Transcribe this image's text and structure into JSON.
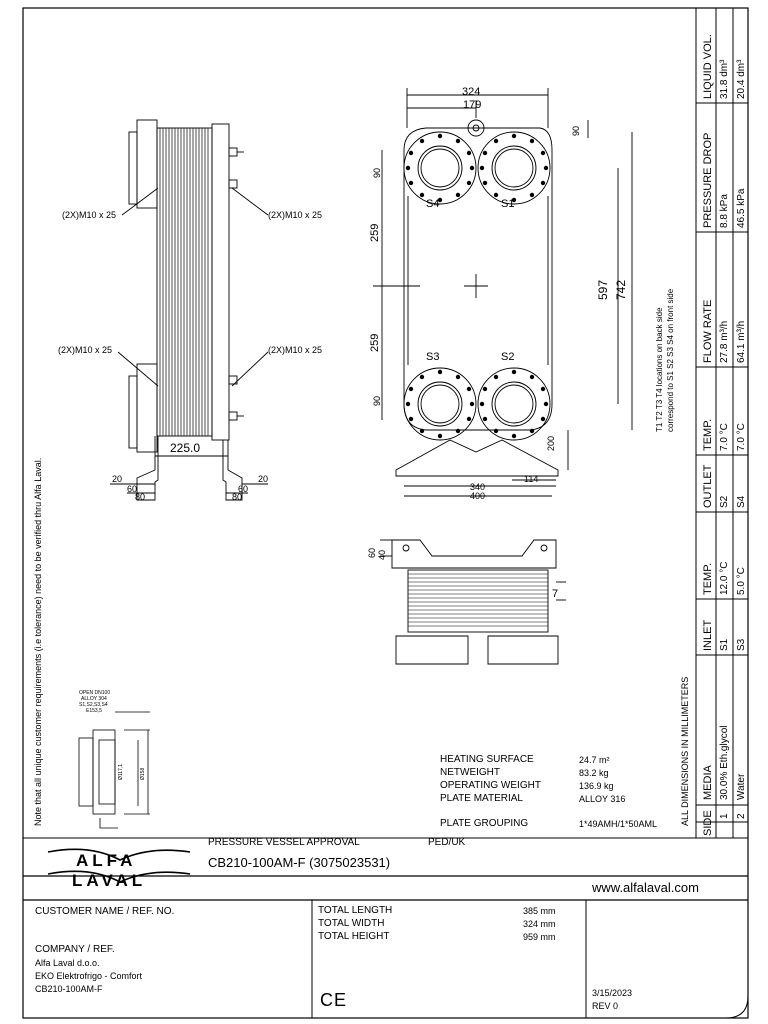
{
  "drawing": {
    "dims": {
      "d324": "324",
      "d179": "179",
      "d90a": "90",
      "d90b": "90",
      "d90c": "90",
      "d90d": "90",
      "d259a": "259",
      "d259b": "259",
      "d597": "597",
      "d742": "742",
      "d200": "200",
      "d340": "340",
      "d400": "400",
      "d114": "114",
      "d225": "225.0",
      "d20a": "20",
      "d60a": "60",
      "d80a": "80",
      "d20b": "20",
      "d60b": "60",
      "d80b": "80",
      "d60c": "60",
      "d40c": "40",
      "d7": "7"
    },
    "bolts": {
      "b1": "(2X)M10 x 25",
      "b2": "(2X)M10 x 25",
      "b3": "(2X)M10 x 25",
      "b4": "(2X)M10 x 25"
    },
    "ports": {
      "s1": "S1",
      "s2": "S2",
      "s3": "S3",
      "s4": "S4"
    },
    "port_note_line1": "T1 T2 T3 T4 locations on back side",
    "port_note_line2": "correspond to S1 S2 S3 S4 on front side",
    "side_note": "Note that all unique customer requirements (i.e tolerance) need to be verified thru Alfa Laval.",
    "flange_notes": {
      "l1": "OPEN DN100",
      "l2": "ALLOY 304",
      "l3": "S1,S2,S3,S4",
      "l4": "E153,5",
      "d1": "Ø117,1",
      "d2": "Ø158"
    },
    "all_dims": "ALL DIMENSIONS IN MILLIMETERS"
  },
  "specs": {
    "heating_surface_label": "HEATING SURFACE",
    "heating_surface_value": "24.7 m²",
    "netweight_label": "NETWEIGHT",
    "netweight_value": "83.2 kg",
    "operating_weight_label": "OPERATING WEIGHT",
    "operating_weight_value": "136.9 kg",
    "plate_material_label": "PLATE MATERIAL",
    "plate_material_value": "ALLOY 316",
    "plate_grouping_label": "PLATE GROUPING",
    "plate_grouping_value": "1*49AMH/1*50AML"
  },
  "side_table": {
    "headers": {
      "side": "SIDE",
      "media": "MEDIA",
      "inlet": "INLET",
      "inlet_temp": "TEMP.",
      "outlet": "OUTLET",
      "outlet_temp": "TEMP.",
      "flow": "FLOW RATE",
      "pressure": "PRESSURE DROP",
      "liquid": "LIQUID VOL."
    },
    "rows": [
      {
        "side": "1",
        "media": "30.0% Eth.glycol",
        "inlet": "S1",
        "inlet_temp": "12.0 °C",
        "outlet": "S2",
        "outlet_temp": "7.0 °C",
        "flow": "27.8 m³/h",
        "pressure": "8.8 kPa",
        "liquid": "31.8 dm³"
      },
      {
        "side": "2",
        "media": "Water",
        "inlet": "S3",
        "inlet_temp": "5.0 °C",
        "outlet": "S4",
        "outlet_temp": "7.0 °C",
        "flow": "64.1 m³/h",
        "pressure": "46.5 kPa",
        "liquid": "20.4 dm³"
      }
    ]
  },
  "title_block": {
    "pv_approval": "PRESSURE VESSEL APPROVAL",
    "ped": "PED/UK",
    "model": "CB210-100AM-F (3075023531)",
    "website": "www.alfalaval.com",
    "customer_label": "CUSTOMER NAME / REF. NO.",
    "company_label": "COMPANY / REF.",
    "company_1": "Alfa Laval d.o.o.",
    "company_2": "EKO Elektrofrigo - Comfort",
    "company_3": "CB210-100AM-F",
    "total_length_label": "TOTAL LENGTH",
    "total_length_value": "385 mm",
    "total_width_label": "TOTAL WIDTH",
    "total_width_value": "324 mm",
    "total_height_label": "TOTAL HEIGHT",
    "total_height_value": "959 mm",
    "ce_mark": "CE",
    "date": "3/15/2023",
    "rev": "REV 0"
  }
}
